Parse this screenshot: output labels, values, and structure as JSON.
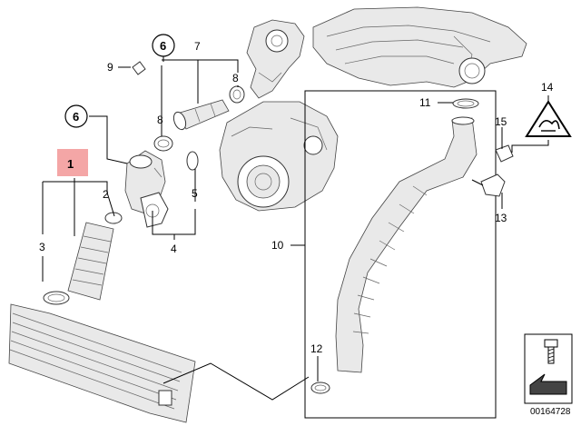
{
  "callouts": {
    "c1": "1",
    "c2": "2",
    "c3": "3",
    "c4": "4",
    "c5": "5",
    "c6a": "6",
    "c6b": "6",
    "c7": "7",
    "c8a": "8",
    "c8b": "8",
    "c9": "9",
    "c10": "10",
    "c11": "11",
    "c12": "12",
    "c13": "13",
    "c14": "14",
    "c15": "15"
  },
  "highlight_color": "#f4a6a6",
  "reference_number": "00164728",
  "icons": {
    "warning": "turbo-warning-icon",
    "bolt": "screw-icon",
    "arrow": "direction-arrow-icon"
  }
}
